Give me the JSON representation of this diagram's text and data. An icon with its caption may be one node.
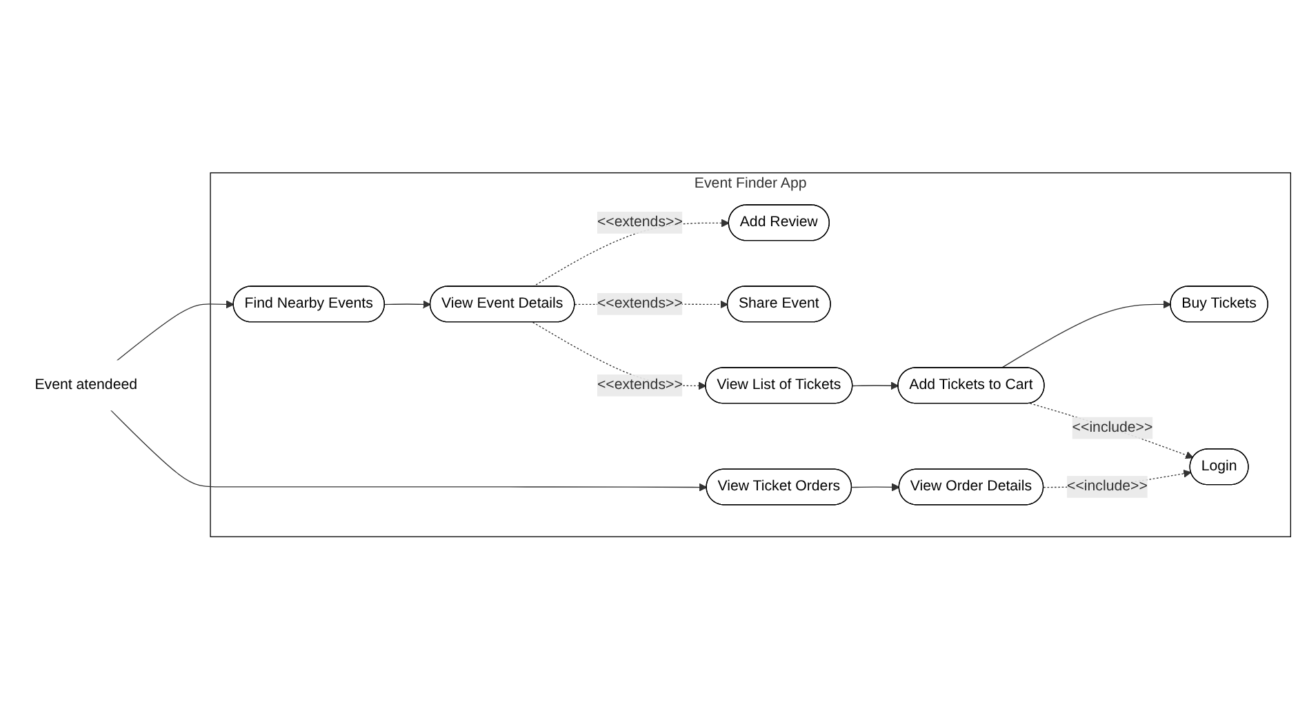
{
  "diagram": {
    "nodes": [
      {
        "text": [
          "Event Finder App"
        ]
      },
      {
        "text": [
          "Event atendeed"
        ]
      },
      {
        "text": [
          "Add Review"
        ],
        "in": 0
      },
      {
        "text": [
          "Share Event"
        ],
        "in": 0
      },
      {
        "text": [
          "Find Nearby Events"
        ],
        "in": 0
      },
      {
        "text": [
          "View Event Details"
        ],
        "in": 0
      },
      {
        "text": [
          "View List of Tickets"
        ],
        "in": 0
      },
      {
        "text": [
          "Add Tickets to Cart"
        ],
        "in": 0
      },
      {
        "text": [
          "Buy Tickets"
        ],
        "in": 0
      },
      {
        "text": [
          "View Ticket Orders"
        ],
        "in": 0
      },
      {
        "text": [
          "View Order Details"
        ],
        "in": 0
      },
      {
        "text": [
          "Login"
        ],
        "in": 0
      }
    ],
    "edges": [
      {
        "from": 1,
        "to": 4,
        "arrow": "to"
      },
      {
        "from": 1,
        "to": 9,
        "arrow": "to"
      },
      {
        "from": 4,
        "to": 5,
        "arrow": "to"
      },
      {
        "from": 5,
        "to": 2,
        "arrow": "to",
        "style": "dashed",
        "label": "<<extends>>"
      },
      {
        "from": 5,
        "to": 3,
        "arrow": "to",
        "style": "dashed",
        "label": "<<extends>>"
      },
      {
        "from": 5,
        "to": 6,
        "arrow": "to",
        "style": "dashed",
        "label": "<<extends>>"
      },
      {
        "from": 6,
        "to": 7,
        "arrow": "to"
      },
      {
        "from": 7,
        "to": 8,
        "arrow": "to"
      },
      {
        "from": 7,
        "to": 11,
        "arrow": "to",
        "style": "dashed",
        "label": "<<include>>"
      },
      {
        "from": 9,
        "to": 10,
        "arrow": "to"
      },
      {
        "from": 10,
        "to": 11,
        "arrow": "to",
        "style": "dashed",
        "label": "<<include>>"
      }
    ]
  }
}
